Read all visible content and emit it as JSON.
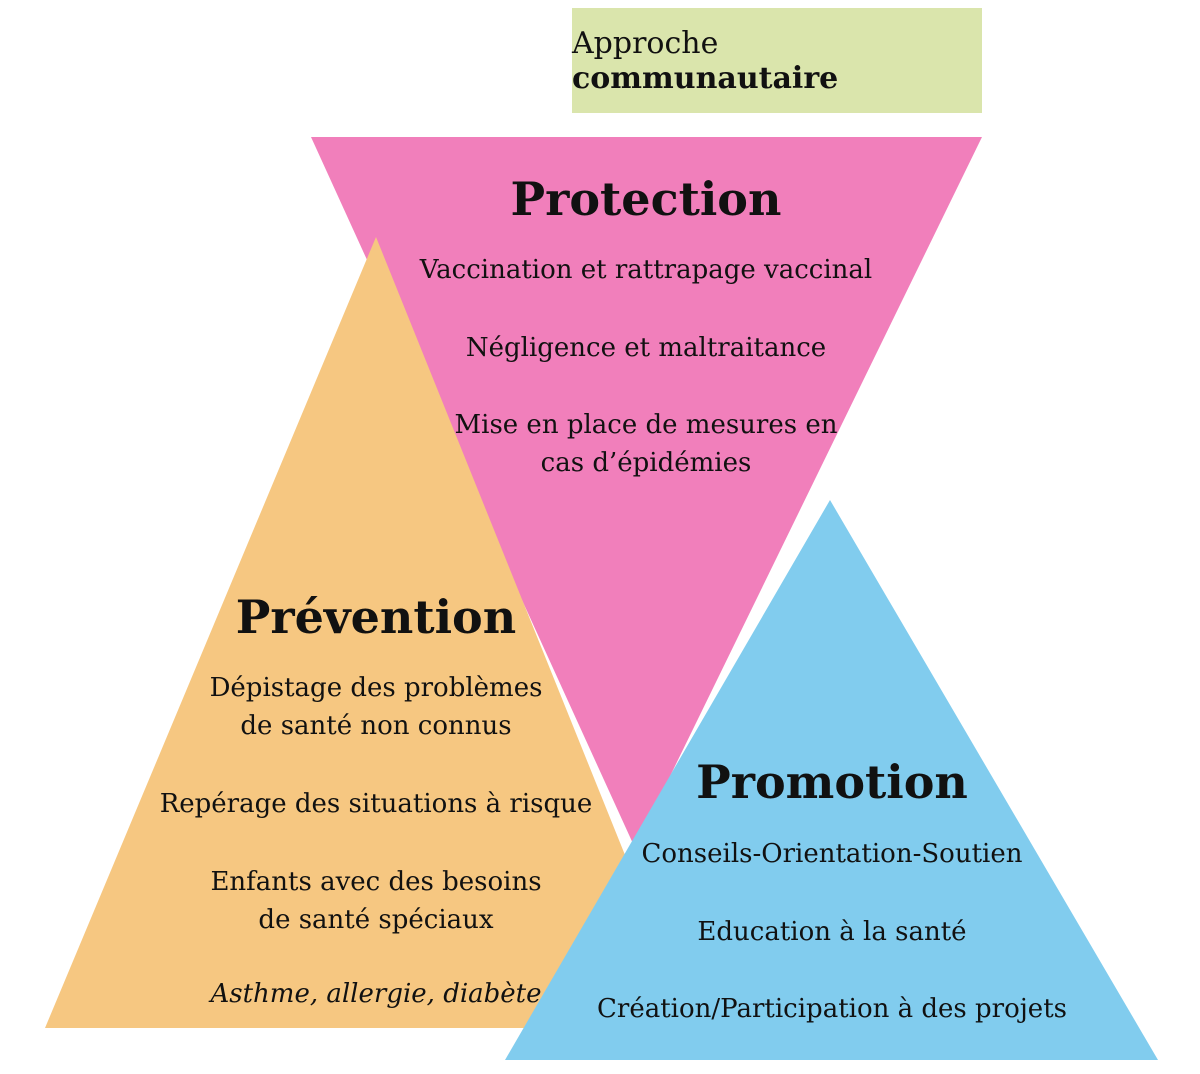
{
  "colors": {
    "protection": "#f17fbb",
    "prevention": "#f6c781",
    "promotion": "#81ccee",
    "approach_box": "#dae5ac",
    "text": "#111111"
  },
  "approach": {
    "prefix": "Approche",
    "emphasis": "communautaire"
  },
  "protection": {
    "title": "Protection",
    "items": [
      "Vaccination et rattrapage vaccinal",
      "Négligence et maltraitance",
      "Mise en place de mesures en",
      "cas d’épidémies"
    ]
  },
  "prevention": {
    "title": "Prévention",
    "items": [
      "Dépistage des problèmes",
      "de santé non connus",
      "Repérage des situations à risque",
      "Enfants avec des besoins",
      "de santé spéciaux"
    ],
    "example": "Asthme, allergie, diabète"
  },
  "promotion": {
    "title": "Promotion",
    "items": [
      "Conseils-Orientation-Soutien",
      "Education à la santé",
      "Création/Participation à des projets"
    ]
  }
}
